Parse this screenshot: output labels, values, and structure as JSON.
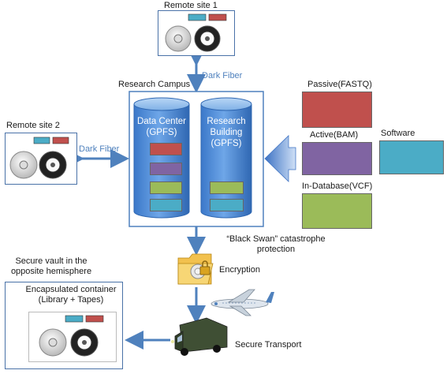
{
  "colors": {
    "passive": "#c0504d",
    "active": "#8064a2",
    "in_database": "#9bbb59",
    "software": "#4bacc6",
    "frame": "#4f81bd",
    "arrow": "#4f81bd"
  },
  "remote_site_1": {
    "title": "Remote site 1",
    "icon": "tape-drive-icon"
  },
  "remote_site_2": {
    "title": "Remote site 2",
    "icon": "tape-drive-icon"
  },
  "links": {
    "fiber_1": "Dark Fiber",
    "fiber_2": "Dark Fiber"
  },
  "campus": {
    "title": "Research Campus",
    "data_center": "Data Center (GPFS)",
    "research_building": "Research Building (GPFS)"
  },
  "data_types": {
    "passive": "Passive(FASTQ)",
    "active": "Active(BAM)",
    "in_database": "In-Database(VCF)",
    "software": "Software"
  },
  "protection": {
    "black_swan": "“Black Swan” catastrophe protection",
    "encryption": "Encryption",
    "encryption_icon": "encrypted-folder-icon",
    "transport": "Secure Transport",
    "transport_icon": "armored-truck-icon",
    "air_icon": "airplane-icon"
  },
  "vault": {
    "title": "Secure vault in the opposite hemisphere",
    "container": "Encapsulated container (Library + Tapes)",
    "lock_icon": "padlock-icon",
    "icon": "tape-drive-icon"
  }
}
